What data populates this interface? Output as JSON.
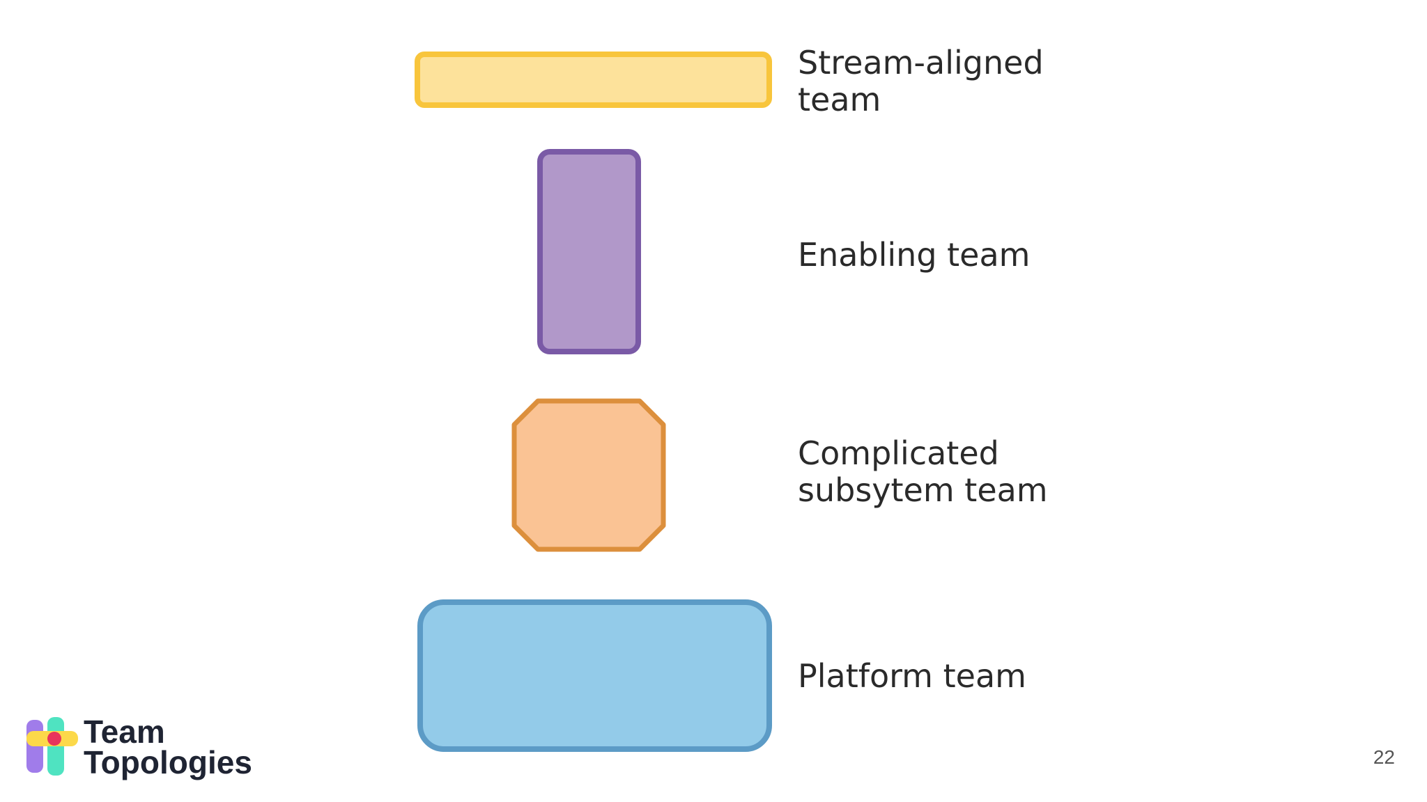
{
  "diagram": {
    "items": [
      {
        "label_line1": "Stream-aligned",
        "label_line2": "team"
      },
      {
        "label_line1": "Enabling team"
      },
      {
        "label_line1": "Complicated",
        "label_line2": "subsytem team"
      },
      {
        "label_line1": "Platform team"
      }
    ]
  },
  "colors": {
    "stream_fill": "#fde29b",
    "stream_border": "#f8c53c",
    "enabling_fill": "#b198c9",
    "enabling_border": "#7a5aa6",
    "complicated_fill": "#fac394",
    "complicated_border": "#dc8f3c",
    "platform_fill": "#93cbe9",
    "platform_border": "#5c9bc6"
  },
  "branding": {
    "line1": "Team",
    "line2": "Topologies"
  },
  "footer": {
    "page_number": "22"
  }
}
